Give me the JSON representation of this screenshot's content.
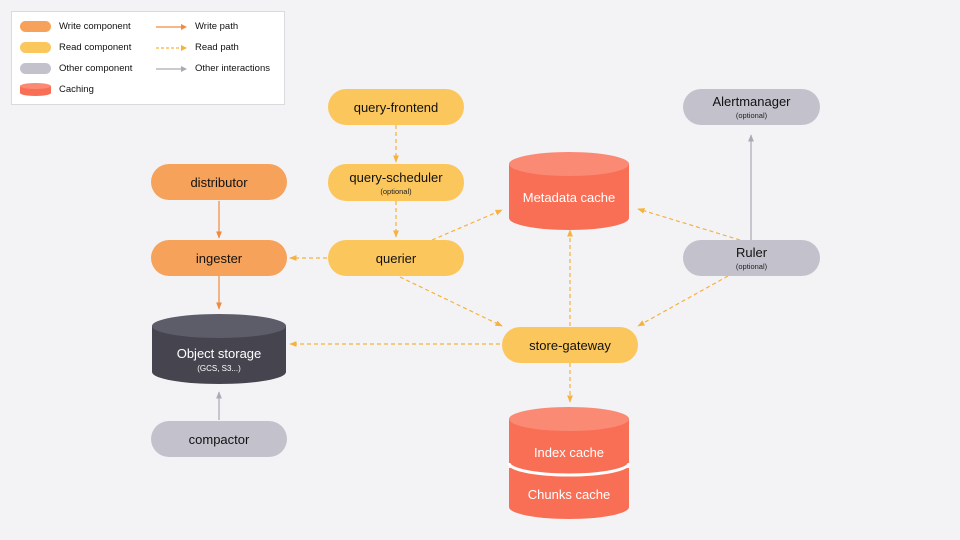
{
  "legend": {
    "write_component": "Write component",
    "read_component": "Read component",
    "other_component": "Other component",
    "caching": "Caching",
    "write_path": "Write path",
    "read_path": "Read path",
    "other_interactions": "Other interactions"
  },
  "nodes": {
    "query_frontend": "query-frontend",
    "query_scheduler": "query-scheduler",
    "query_scheduler_sub": "(optional)",
    "distributor": "distributor",
    "ingester": "ingester",
    "querier": "querier",
    "store_gateway": "store-gateway",
    "compactor": "compactor",
    "alertmanager": "Alertmanager",
    "alertmanager_sub": "(optional)",
    "ruler": "Ruler",
    "ruler_sub": "(optional)",
    "metadata_cache": "Metadata cache",
    "object_storage": "Object storage",
    "object_storage_sub": "(GCS, S3...)",
    "index_cache": "Index cache",
    "chunks_cache": "Chunks cache"
  },
  "colors": {
    "write": "#f7a25a",
    "read": "#fbc75c",
    "other": "#c3c2cc",
    "cache": "#f96f56",
    "storage": "#45444f",
    "write_arrow": "#f08a3e",
    "read_arrow": "#f6b23e",
    "other_arrow": "#aaaab4"
  }
}
